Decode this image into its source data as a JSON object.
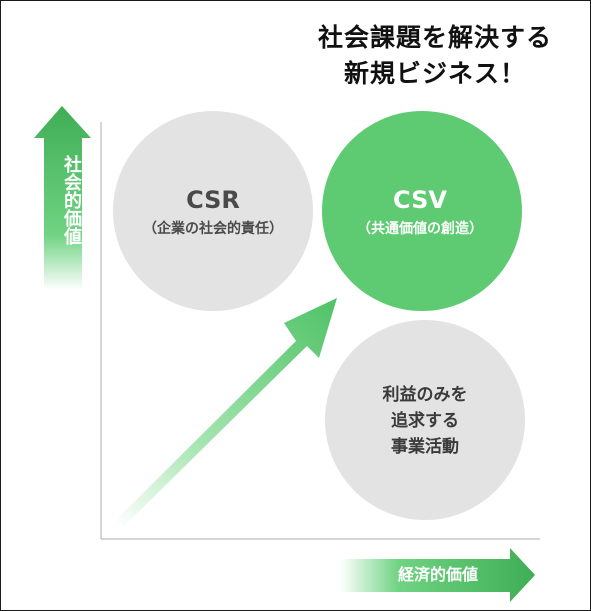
{
  "headline": {
    "line1": "社会課題を解決する",
    "line2": "新規ビジネス！"
  },
  "axes": {
    "y_label": "社会的価値",
    "x_label": "経済的価値"
  },
  "quadrants": {
    "csr": {
      "title": "CSR",
      "subtitle": "（企業の社会的責任）"
    },
    "csv": {
      "title": "CSV",
      "subtitle": "（共通価値の創造）"
    },
    "profit": {
      "line1": "利益のみを",
      "line2": "追求する",
      "line3": "事業活動"
    }
  },
  "colors": {
    "green": "#5ecb73",
    "grey_circle": "#e3e3e3",
    "axis_line": "#c9c9c9",
    "text_dark": "#111111"
  }
}
